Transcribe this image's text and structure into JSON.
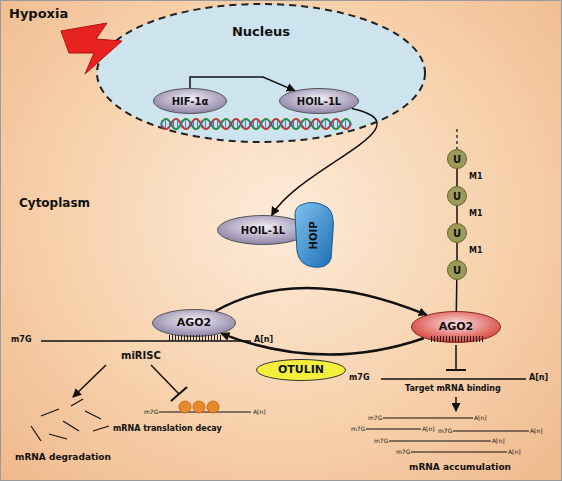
{
  "diagram": {
    "nodes": [
      {
        "text": [
          "Nucleus"
        ]
      },
      {
        "text": [
          "HIF-1α"
        ],
        "in": 0
      },
      {
        "text": [
          "HOIL-1L"
        ],
        "in": 0
      },
      {
        "text": [
          "HOIL-1L"
        ]
      },
      {
        "text": [
          "HOIP"
        ]
      },
      {
        "text": [
          "AGO2"
        ]
      },
      {
        "text": [
          "U"
        ]
      },
      {
        "text": [
          "U"
        ]
      },
      {
        "text": [
          "U"
        ]
      },
      {
        "text": [
          "U"
        ]
      },
      {
        "text": [
          "AGO2"
        ]
      },
      {
        "text": [
          "OTULIN"
        ]
      }
    ],
    "edges": [
      {
        "from": 1,
        "to": 2,
        "arrow": "to"
      },
      {
        "from": 2,
        "to": 3,
        "arrow": "to"
      },
      {
        "from": 6,
        "to": 7,
        "arrow": "none"
      },
      {
        "from": 7,
        "to": 8,
        "arrow": "none"
      },
      {
        "from": 8,
        "to": 9,
        "arrow": "none"
      },
      {
        "from": 9,
        "to": 10,
        "arrow": "none"
      },
      {
        "from": 5,
        "to": 10,
        "arrow": "to"
      },
      {
        "from": 10,
        "to": 5,
        "arrow": "to"
      }
    ],
    "labels": [
      "Hypoxia",
      "Cytoplasm",
      "M1",
      "M1",
      "M1",
      "m7G",
      "A[n]",
      "miRISC",
      "m7G",
      "A[n]",
      "Target mRNA binding",
      "m7G",
      "A[n]",
      "m7G",
      "A[n]",
      "m7G",
      "A[n]",
      "m7G",
      "A[n]",
      "m7G",
      "A[n]",
      "mRNA accumulation",
      "mRNA degradation",
      "m7G",
      "A[n]",
      "mRNA translation decay"
    ]
  }
}
